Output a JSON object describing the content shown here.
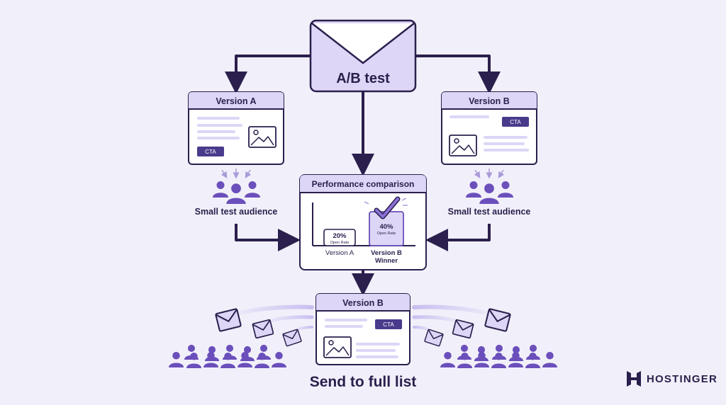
{
  "email": {
    "title": "A/B test"
  },
  "version_a": {
    "title": "Version A",
    "cta": "CTA"
  },
  "version_b": {
    "title": "Version B",
    "cta": "CTA"
  },
  "audience": {
    "left_label": "Small test audience",
    "right_label": "Small test audience"
  },
  "comparison": {
    "title": "Performance comparison",
    "bar_a": {
      "value": "20%",
      "caption": "Open Rate",
      "label": "Version A"
    },
    "bar_b": {
      "value": "40%",
      "caption": "Open Rate",
      "label": "Version B",
      "sublabel": "Winner"
    }
  },
  "final": {
    "title": "Version B",
    "cta": "CTA",
    "caption": "Send to full list"
  },
  "brand": {
    "name": "HOSTINGER"
  },
  "colors": {
    "primary": "#2b1f4d",
    "accent": "#6b4fbb",
    "light": "#ddd6f6",
    "background": "#f1f0fa"
  }
}
